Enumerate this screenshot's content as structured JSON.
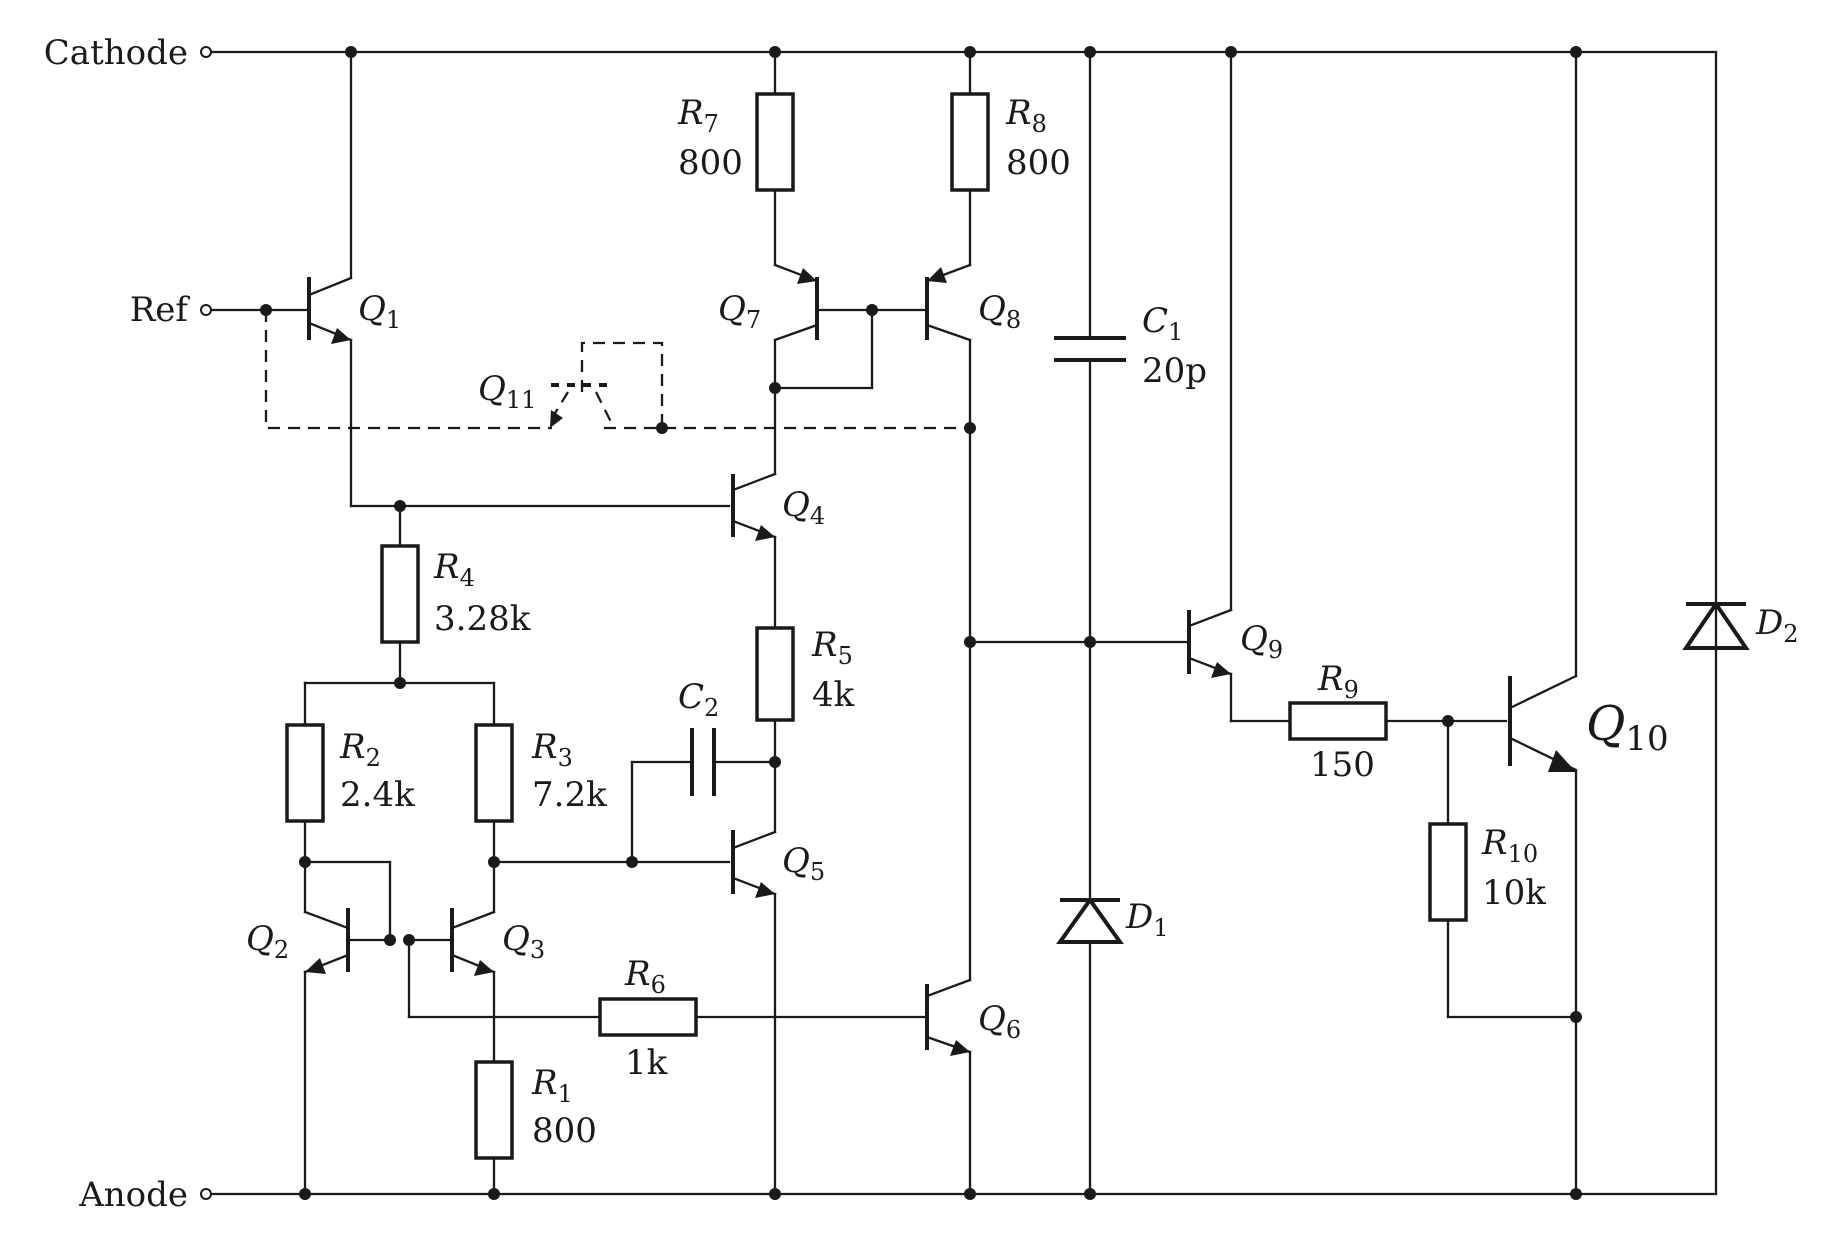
{
  "terminals": {
    "cathode": "Cathode",
    "ref": "Ref",
    "anode": "Anode"
  },
  "transistors": {
    "q1": {
      "sym": "Q",
      "sub": "1"
    },
    "q2": {
      "sym": "Q",
      "sub": "2"
    },
    "q3": {
      "sym": "Q",
      "sub": "3"
    },
    "q4": {
      "sym": "Q",
      "sub": "4"
    },
    "q5": {
      "sym": "Q",
      "sub": "5"
    },
    "q6": {
      "sym": "Q",
      "sub": "6"
    },
    "q7": {
      "sym": "Q",
      "sub": "7"
    },
    "q8": {
      "sym": "Q",
      "sub": "8"
    },
    "q9": {
      "sym": "Q",
      "sub": "9"
    },
    "q10": {
      "sym": "Q",
      "sub": "10"
    },
    "q11": {
      "sym": "Q",
      "sub": "11"
    }
  },
  "resistors": {
    "r1": {
      "sym": "R",
      "sub": "1",
      "value": "800"
    },
    "r2": {
      "sym": "R",
      "sub": "2",
      "value": "2.4k"
    },
    "r3": {
      "sym": "R",
      "sub": "3",
      "value": "7.2k"
    },
    "r4": {
      "sym": "R",
      "sub": "4",
      "value": "3.28k"
    },
    "r5": {
      "sym": "R",
      "sub": "5",
      "value": "4k"
    },
    "r6": {
      "sym": "R",
      "sub": "6",
      "value": "1k"
    },
    "r7": {
      "sym": "R",
      "sub": "7",
      "value": "800"
    },
    "r8": {
      "sym": "R",
      "sub": "8",
      "value": "800"
    },
    "r9": {
      "sym": "R",
      "sub": "9",
      "value": "150"
    },
    "r10": {
      "sym": "R",
      "sub": "10",
      "value": "10k"
    }
  },
  "capacitors": {
    "c1": {
      "sym": "C",
      "sub": "1",
      "value": "20p"
    },
    "c2": {
      "sym": "C",
      "sub": "2"
    }
  },
  "diodes": {
    "d1": {
      "sym": "D",
      "sub": "1"
    },
    "d2": {
      "sym": "D",
      "sub": "2"
    }
  }
}
